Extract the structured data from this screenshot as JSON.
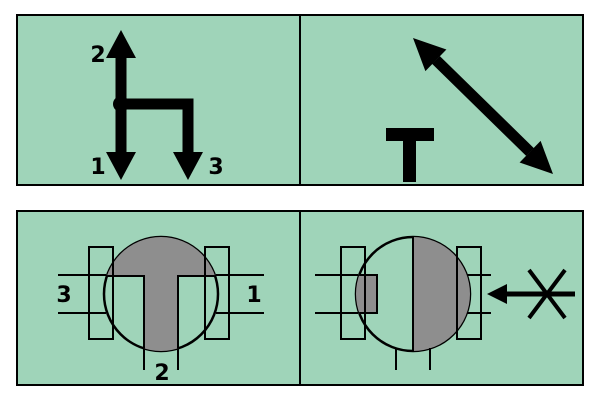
{
  "colors": {
    "page_background": "#ffffff",
    "panel_background": "#9fd4b9",
    "line_color": "#000000",
    "ball_shade": "#8e8e8e"
  },
  "panels": {
    "flow_schematic": {
      "labels": {
        "top_port": "2",
        "bottom_left_port": "1",
        "bottom_right_port": "3"
      }
    },
    "valve_section_left": {
      "labels": {
        "left_port": "3",
        "right_port": "1",
        "bottom_port": "2"
      }
    }
  }
}
